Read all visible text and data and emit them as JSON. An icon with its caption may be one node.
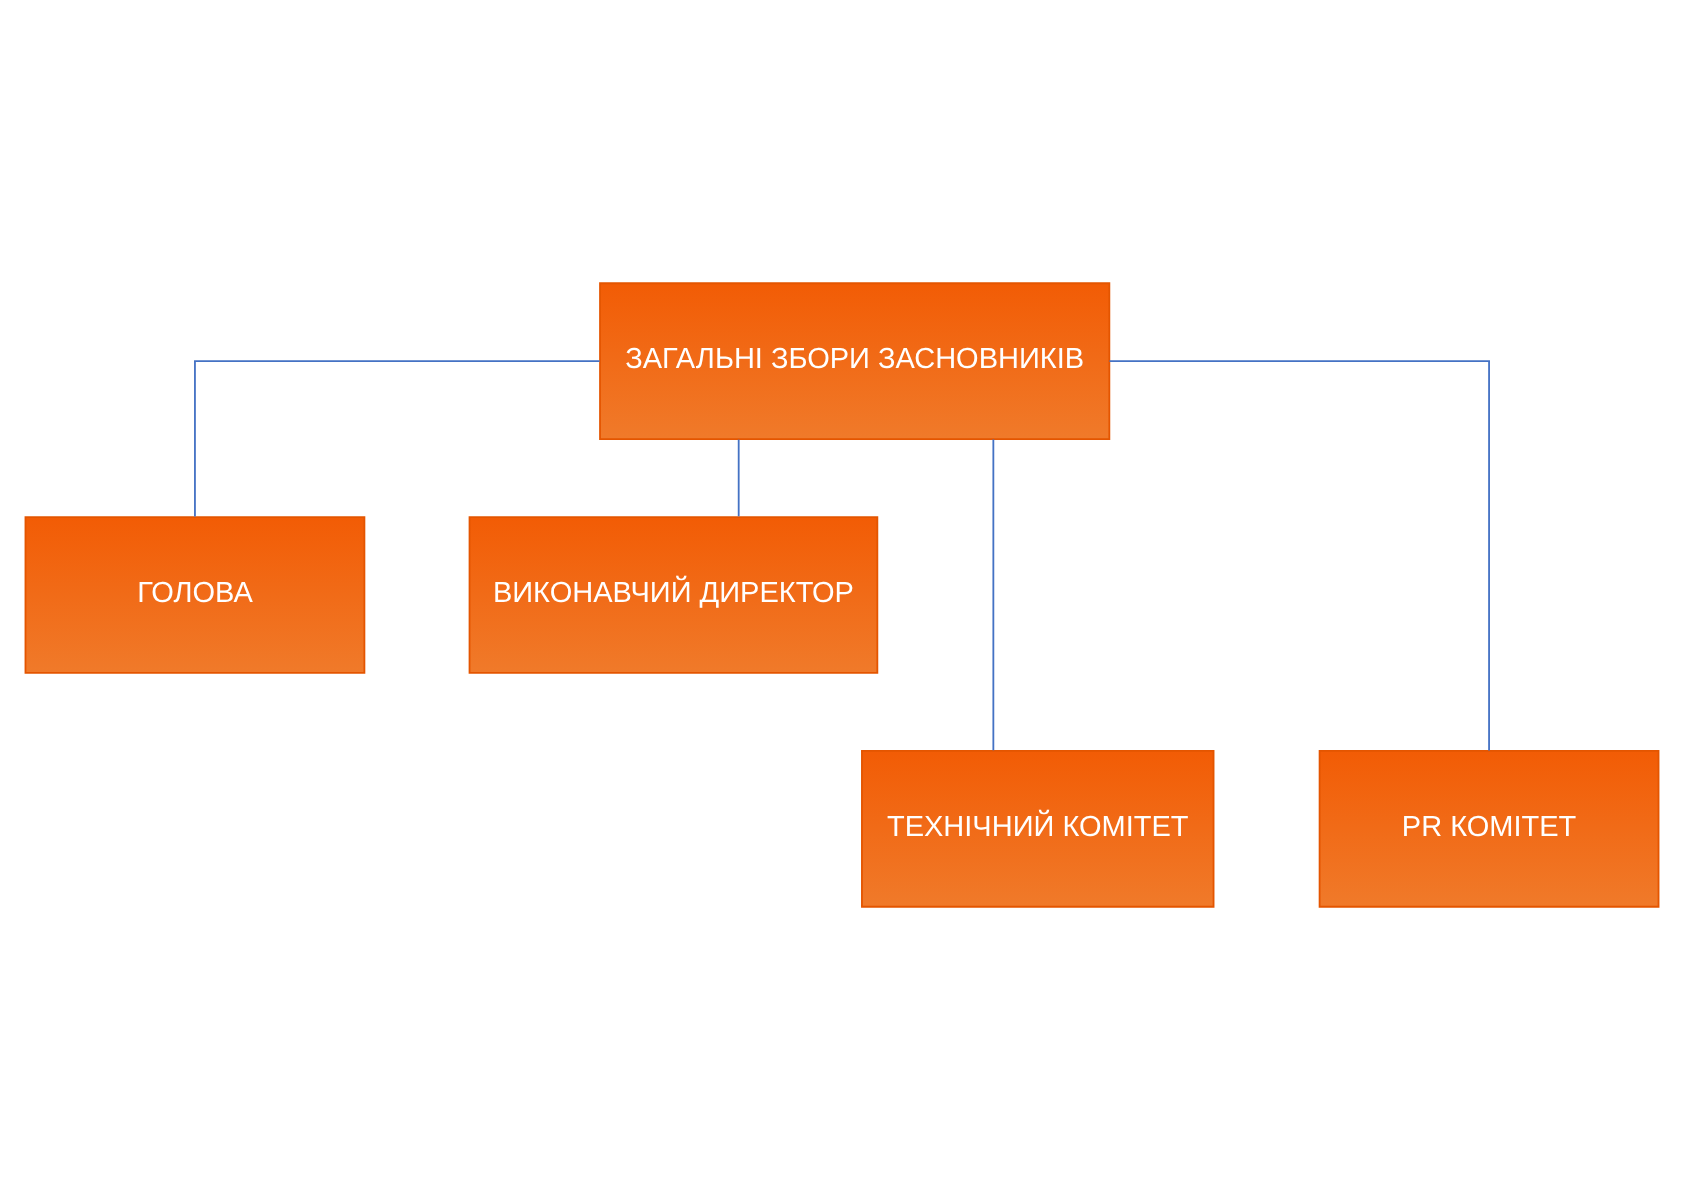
{
  "diagram": {
    "nodes": [
      {
        "text": [
          "ЗАГАЛЬНІ ЗБОРИ ЗАСНОВНИКІВ"
        ]
      },
      {
        "text": [
          "ГОЛОВА"
        ]
      },
      {
        "text": [
          "ВИКОНАВЧИЙ ДИРЕКТОР"
        ]
      },
      {
        "text": [
          "ТЕХНІЧНИЙ КОМІТЕТ"
        ]
      },
      {
        "text": [
          "PR КОМІТЕТ"
        ]
      }
    ],
    "edges": [
      {
        "from": 0,
        "to": 1,
        "arrow": "none",
        "color": "#4472c4"
      },
      {
        "from": 0,
        "to": 2,
        "arrow": "none",
        "color": "#4472c4"
      },
      {
        "from": 0,
        "to": 3,
        "arrow": "none",
        "color": "#4472c4"
      },
      {
        "from": 0,
        "to": 4,
        "arrow": "none",
        "color": "#4472c4"
      }
    ]
  }
}
